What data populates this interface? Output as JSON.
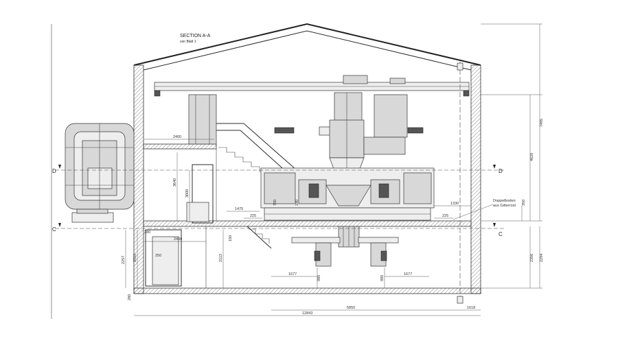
{
  "drawing": {
    "title": "SECTION A-A",
    "subtitle": "von Blatt 1",
    "section_marks": {
      "left_upper": "D",
      "right_upper": "D",
      "left_lower": "C",
      "right_lower": "C"
    },
    "note": {
      "line1": "Doppelboden",
      "line2": "aus Gitterrost"
    },
    "dimensions": {
      "d2400_top": "2400",
      "d2400_bottom": "2400",
      "d3640": "3640",
      "d3000": "3000",
      "d1475": "1475",
      "d225_left": "225",
      "d225_right": "225",
      "d1330": "1330",
      "d700": "700",
      "d350": "350",
      "d250": "250",
      "d2257": "2257",
      "d2010": "2010",
      "d2113": "2113",
      "d280": "280",
      "d280b": "280",
      "d1677_left": "1677",
      "d1677_right": "1677",
      "d980_left": "980",
      "d980_right": "980",
      "d5850": "5850",
      "d12843": "12843",
      "d1618": "1618",
      "d7495": "7495",
      "d4620": "4620",
      "d2356": "2356",
      "d2294": "2294",
      "d150": "150",
      "d180": "180"
    }
  }
}
